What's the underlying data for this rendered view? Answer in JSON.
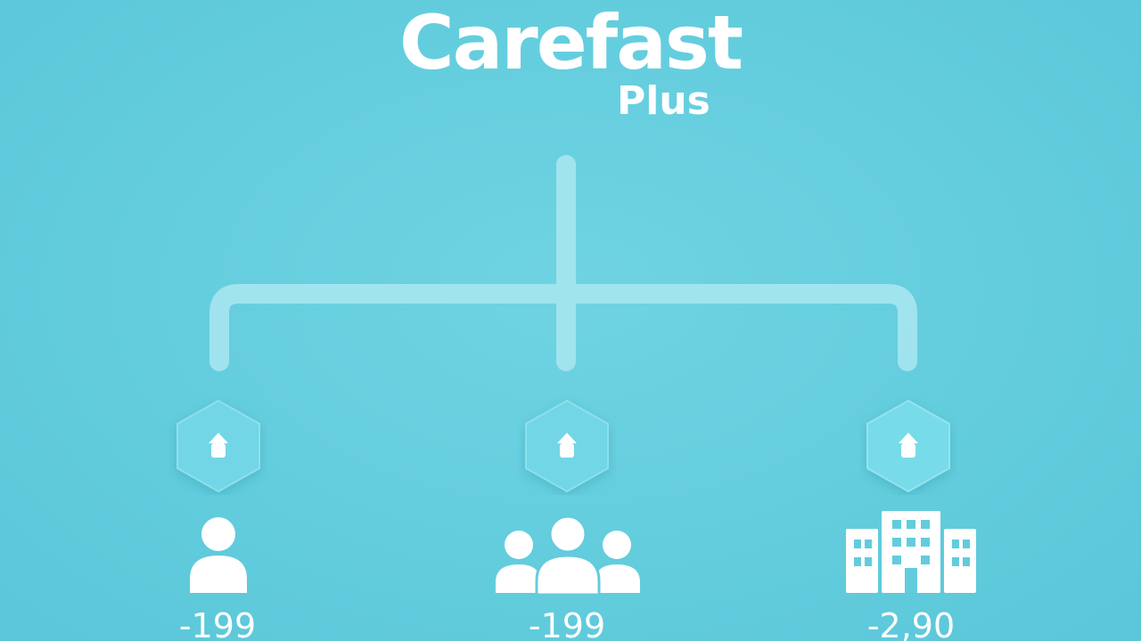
{
  "brand": {
    "title": "Carefast",
    "subtitle": "Plus"
  },
  "colors": {
    "background": "#62ccdd",
    "connector": "#a6e6ef",
    "hexagon": "#72d6e6",
    "text": "#ffffff"
  },
  "tiers": [
    {
      "icon": "single-person-icon",
      "price": "-199"
    },
    {
      "icon": "group-icon",
      "price": "-199"
    },
    {
      "icon": "building-icon",
      "price": "-2,90"
    }
  ]
}
